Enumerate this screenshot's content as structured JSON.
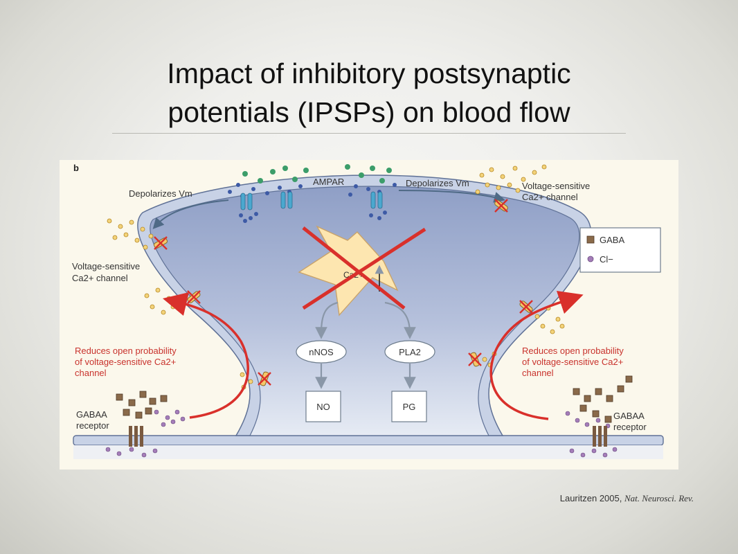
{
  "slide": {
    "title_line1": "Impact of inhibitory postsynaptic",
    "title_line2": "potentials (IPSPs) on blood flow",
    "citation_author": "Lauritzen 2005,",
    "citation_journal": "Nat. Neurosci. Rev."
  },
  "figure": {
    "panel_label": "b",
    "ampar": "AMPAR",
    "depolarizes_left": "Depolarizes Vm",
    "depolarizes_right": "Depolarizes Vm",
    "vsc_left_line1": "Voltage-sensitive",
    "vsc_left_line2": "Ca2+ channel",
    "vsc_right_line1": "Voltage-sensitive",
    "vsc_right_line2": "Ca2+ channel",
    "legend_gaba": "GABA",
    "legend_cl": "Cl−",
    "calcium_label": "Ca2+",
    "nnos": "nNOS",
    "pla2": "PLA2",
    "no": "NO",
    "pg": "PG",
    "reduces_left_line1": "Reduces open probability",
    "reduces_left_line2": "of voltage-sensitive Ca2+",
    "reduces_left_line3": "channel",
    "reduces_right_line1": "Reduces open probability",
    "reduces_right_line2": "of voltage-sensitive Ca2+",
    "reduces_right_line3": "channel",
    "gaba_receptor_left_line1": "GABAA",
    "gaba_receptor_left_line2": "receptor",
    "gaba_receptor_right_line1": "GABAA",
    "gaba_receptor_right_line2": "receptor"
  },
  "colors": {
    "membrane": "#c8d2e6",
    "cytoplasm": "#9eaed0",
    "arrow_red": "#d9302b",
    "label_red": "#c8322c",
    "star_fill": "#fde6b0",
    "gaba_brown": "#7a5a40",
    "chloride_purple": "#a47db8",
    "calcium_yellow": "#e2b43a",
    "glutamate_green": "#3c9d6a",
    "ampar_blue": "#4aa8cf"
  }
}
